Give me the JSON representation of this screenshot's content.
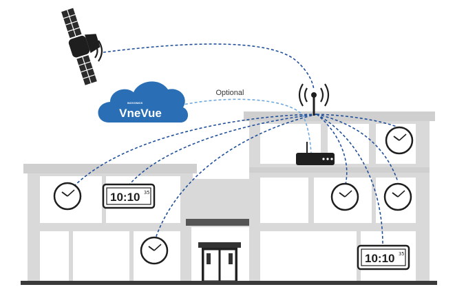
{
  "labels": {
    "optional": "Optional",
    "cloud_brand": "VneVue",
    "cloud_brand_super": "INOVONICS"
  },
  "digital_clock_1": {
    "main": "10:10",
    "seconds": "35"
  },
  "digital_clock_2": {
    "main": "10:10",
    "seconds": "35"
  },
  "colors": {
    "building_fill": "#d9d9d9",
    "building_inner": "#ffffff",
    "link_dark": "#1f4e99",
    "link_light": "#6fa8dc",
    "cloud_blue": "#2a6eb5",
    "ground": "#3a3a3a"
  },
  "icons": [
    "satellite-icon",
    "cloud-icon",
    "antenna-icon",
    "router-icon",
    "analog-clock-icon",
    "digital-clock-icon",
    "door-icon"
  ]
}
